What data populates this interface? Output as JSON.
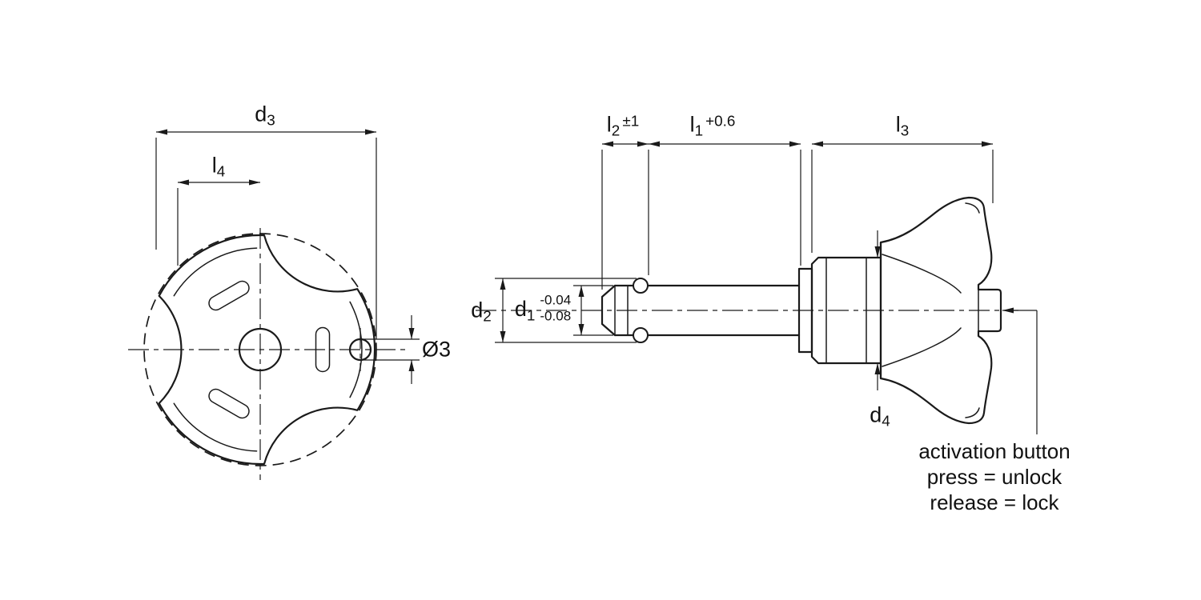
{
  "front_view": {
    "d3": {
      "base": "d",
      "sub": "3"
    },
    "l4": {
      "base": "l",
      "sub": "4"
    },
    "hole_dia": "Ø3"
  },
  "side_view": {
    "l2": {
      "base": "l",
      "sub": "2",
      "tol": "±1"
    },
    "l1": {
      "base": "l",
      "sub": "1",
      "tol": "+0.6"
    },
    "l3": {
      "base": "l",
      "sub": "3"
    },
    "d2": {
      "base": "d",
      "sub": "2"
    },
    "d1": {
      "base": "d",
      "sub": "1",
      "tol_upper": "-0.04",
      "tol_lower": "-0.08"
    },
    "d4": {
      "base": "d",
      "sub": "4"
    }
  },
  "annotation": {
    "line1": "activation button",
    "line2": "press = unlock",
    "line3": "release = lock"
  }
}
